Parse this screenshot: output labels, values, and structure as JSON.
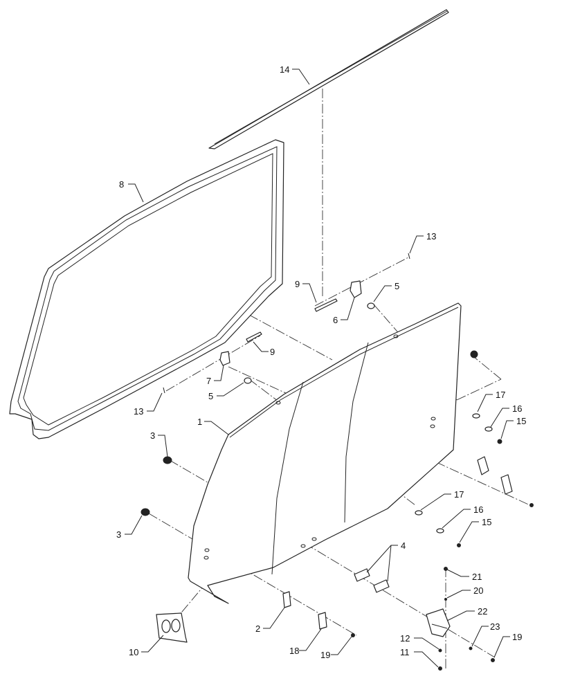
{
  "callouts": [
    {
      "id": "c1",
      "text": "1"
    },
    {
      "id": "c2",
      "text": "2"
    },
    {
      "id": "c3a",
      "text": "3"
    },
    {
      "id": "c3b",
      "text": "3"
    },
    {
      "id": "c4",
      "text": "4"
    },
    {
      "id": "c5a",
      "text": "5"
    },
    {
      "id": "c5b",
      "text": "5"
    },
    {
      "id": "c6",
      "text": "6"
    },
    {
      "id": "c7",
      "text": "7"
    },
    {
      "id": "c8",
      "text": "8"
    },
    {
      "id": "c9a",
      "text": "9"
    },
    {
      "id": "c9b",
      "text": "9"
    },
    {
      "id": "c10",
      "text": "10"
    },
    {
      "id": "c11",
      "text": "11"
    },
    {
      "id": "c12",
      "text": "12"
    },
    {
      "id": "c13a",
      "text": "13"
    },
    {
      "id": "c13b",
      "text": "13"
    },
    {
      "id": "c14",
      "text": "14"
    },
    {
      "id": "c15a",
      "text": "15"
    },
    {
      "id": "c15b",
      "text": "15"
    },
    {
      "id": "c16a",
      "text": "16"
    },
    {
      "id": "c16b",
      "text": "16"
    },
    {
      "id": "c17a",
      "text": "17"
    },
    {
      "id": "c17b",
      "text": "17"
    },
    {
      "id": "c18",
      "text": "18"
    },
    {
      "id": "c19a",
      "text": "19"
    },
    {
      "id": "c19b",
      "text": "19"
    },
    {
      "id": "c20",
      "text": "20"
    },
    {
      "id": "c21",
      "text": "21"
    },
    {
      "id": "c22",
      "text": "22"
    },
    {
      "id": "c23",
      "text": "23"
    }
  ]
}
